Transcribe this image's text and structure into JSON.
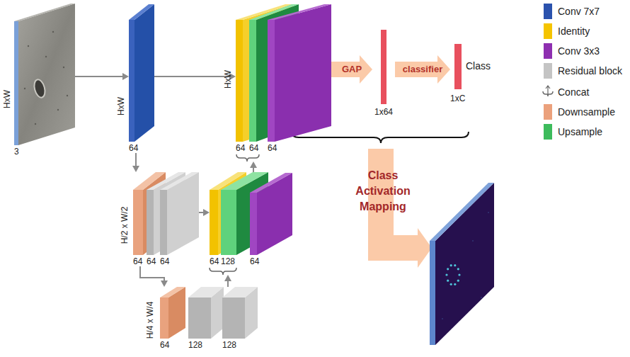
{
  "diagram": {
    "nodes": [
      {
        "text": [
          "3"
        ]
      },
      {
        "text": [
          "64"
        ]
      },
      {
        "text": [
          "64"
        ]
      },
      {
        "text": [
          "64"
        ]
      },
      {
        "text": [
          "64"
        ]
      },
      {
        "text": [
          "64"
        ]
      },
      {
        "text": [
          "64"
        ]
      },
      {
        "text": [
          "64"
        ]
      },
      {
        "text": [
          "64"
        ]
      },
      {
        "text": [
          "128"
        ]
      },
      {
        "text": [
          "64"
        ]
      },
      {
        "text": [
          "64"
        ]
      },
      {
        "text": [
          "128"
        ]
      },
      {
        "text": [
          "128"
        ]
      },
      {
        "text": [
          "1x64"
        ]
      },
      {
        "text": [
          "Class",
          "1xC"
        ]
      }
    ],
    "edges": [
      {
        "from": 0,
        "to": 1,
        "arrow": "to"
      },
      {
        "from": 1,
        "to": 2,
        "arrow": "to"
      },
      {
        "from": 1,
        "to": 5,
        "arrow": "to"
      },
      {
        "from": 5,
        "to": 11,
        "arrow": "to"
      },
      {
        "from": 7,
        "to": 8,
        "arrow": "to"
      },
      {
        "from": 13,
        "to": 9,
        "arrow": "to"
      },
      {
        "from": 10,
        "to": 3,
        "arrow": "to"
      },
      {
        "from": 4,
        "to": 14,
        "label": "GAP",
        "arrow": "to"
      },
      {
        "from": 14,
        "to": 15,
        "label": "classifier",
        "arrow": "to"
      }
    ],
    "labels": [
      "HxW",
      "HxW",
      "HxW",
      "H/2 x W/2",
      "H/4 x W/4",
      "Class Activation Mapping"
    ],
    "legend": [
      {
        "text": "Conv 7x7",
        "color": "#2b52ad"
      },
      {
        "text": "Identity",
        "color": "#f5c400"
      },
      {
        "text": "Conv 3x3",
        "color": "#8e2fb0"
      },
      {
        "text": "Residual block",
        "color": "#c4c4c4"
      },
      {
        "text": "Concat"
      },
      {
        "text": "Downsample",
        "color": "#eba17c"
      },
      {
        "text": "Upsample",
        "color": "#3dbb5c"
      }
    ]
  }
}
